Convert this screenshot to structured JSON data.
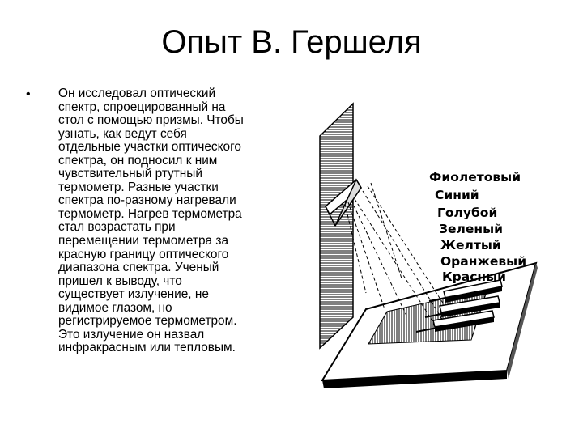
{
  "slide": {
    "title": "Опыт В. Гершеля",
    "bullet": "•",
    "body_lines": "Он исследовал оптический\nспектр, спроецированный на\nстол с помощью призмы. Чтобы\nузнать, как ведут себя\nотдельные участки оптического\nспектра, он подносил к ним\nчувствительный ртутный\nтермометр. Разные участки\nспектра по-разному нагревали\nтермометр. Нагрев термометра\nстал возрастать при\nперемещении термометра за\nкрасную границу оптического\nдиапазона спектра. Ученый\nпришел к выводу, что\nсуществует излучение, не\nвидимое глазом, но\nрегистрируемое термометром.\nЭто излучение он назвал\nинфракрасным или тепловым."
  },
  "figure": {
    "spectrum_labels": {
      "violet": "Фиолетовый",
      "blue": "Синий",
      "light_blue": "Голубой",
      "green": "Зеленый",
      "yellow": "Желтый",
      "orange": "Оранжевый",
      "red": "Красный"
    }
  }
}
